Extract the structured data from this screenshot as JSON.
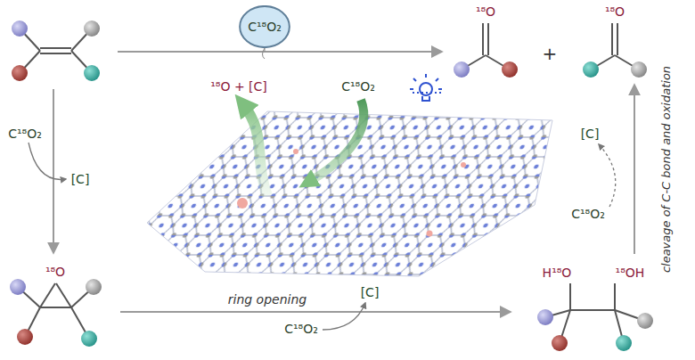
{
  "diagram": {
    "nodes": [
      {
        "text": [
          "C¹⁸O₂"
        ]
      }
    ],
    "labels": [
      "¹⁸O",
      "+",
      "¹⁸O",
      "C¹⁸O₂",
      "[C]",
      "¹⁸O",
      "ring opening",
      "C¹⁸O₂",
      "[C]",
      "H¹⁸O",
      "¹⁸OH",
      "cleavage of C-C bond and oxidation",
      "[C]",
      "C¹⁸O₂",
      "¹⁸O + [C]",
      "C¹⁸O₂"
    ]
  }
}
